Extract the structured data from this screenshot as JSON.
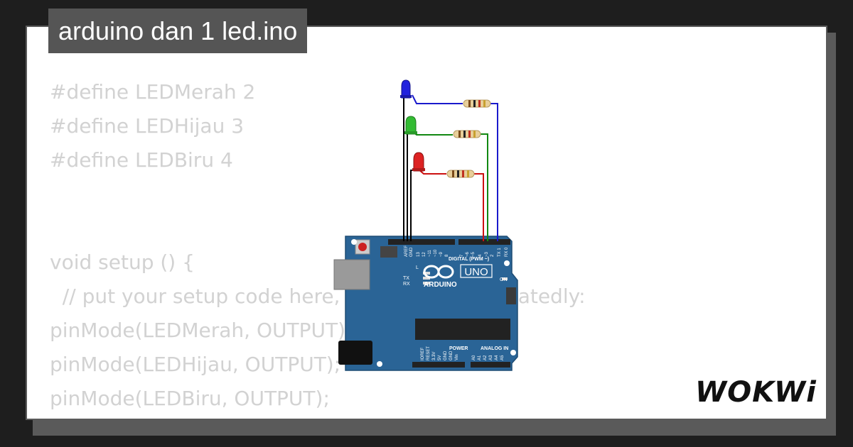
{
  "project": {
    "title": "arduino dan 1 led.ino"
  },
  "code_lines": [
    "#define LEDMerah 2",
    "#define LEDHijau 3",
    "#define LEDBiru 4",
    "",
    "",
    "void setup () {",
    "  // put your setup code here, to run once, repeatedly:",
    "pinMode(LEDMerah, OUTPUT);",
    "pinMode(LEDHijau, OUTPUT);",
    "pinMode(LEDBiru, OUTPUT);",
    "}"
  ],
  "board": {
    "brand": "ARDUINO",
    "model": "UNO",
    "digital_header_label": "DIGITAL (PWM ~)",
    "analog_header_label": "ANALOG IN",
    "power_header_label": "POWER",
    "led_labels": [
      "L",
      "TX",
      "RX"
    ],
    "on_label": "ON",
    "top_pin_labels": [
      "AREF",
      "GND",
      "13",
      "12",
      "~11",
      "~10",
      "~9",
      "8",
      "7",
      "~6",
      "~5",
      "4",
      "~3",
      "2",
      "TX 1",
      "RX 0"
    ],
    "power_pin_labels": [
      "IOREF",
      "RESET",
      "3.3V",
      "5V",
      "GND",
      "GND",
      "Vin"
    ],
    "analog_pin_labels": [
      "A0",
      "A1",
      "A2",
      "A3",
      "A4",
      "A5"
    ]
  },
  "components": {
    "leds": [
      {
        "color_name": "blue",
        "color": "#2222dd"
      },
      {
        "color_name": "green",
        "color": "#33bb33"
      },
      {
        "color_name": "red",
        "color": "#dd2222"
      }
    ],
    "wire_colors": {
      "blue": "#1a1acc",
      "green": "#118811",
      "red": "#cc1111",
      "gnd": "#000000"
    },
    "board_color": "#2a6496"
  },
  "branding": {
    "logo_text": "WOKWi"
  },
  "colors": {
    "background": "#1e1e1e",
    "card": "#ffffff",
    "code_text": "#d2d2d2",
    "title_bg": "#555555"
  }
}
